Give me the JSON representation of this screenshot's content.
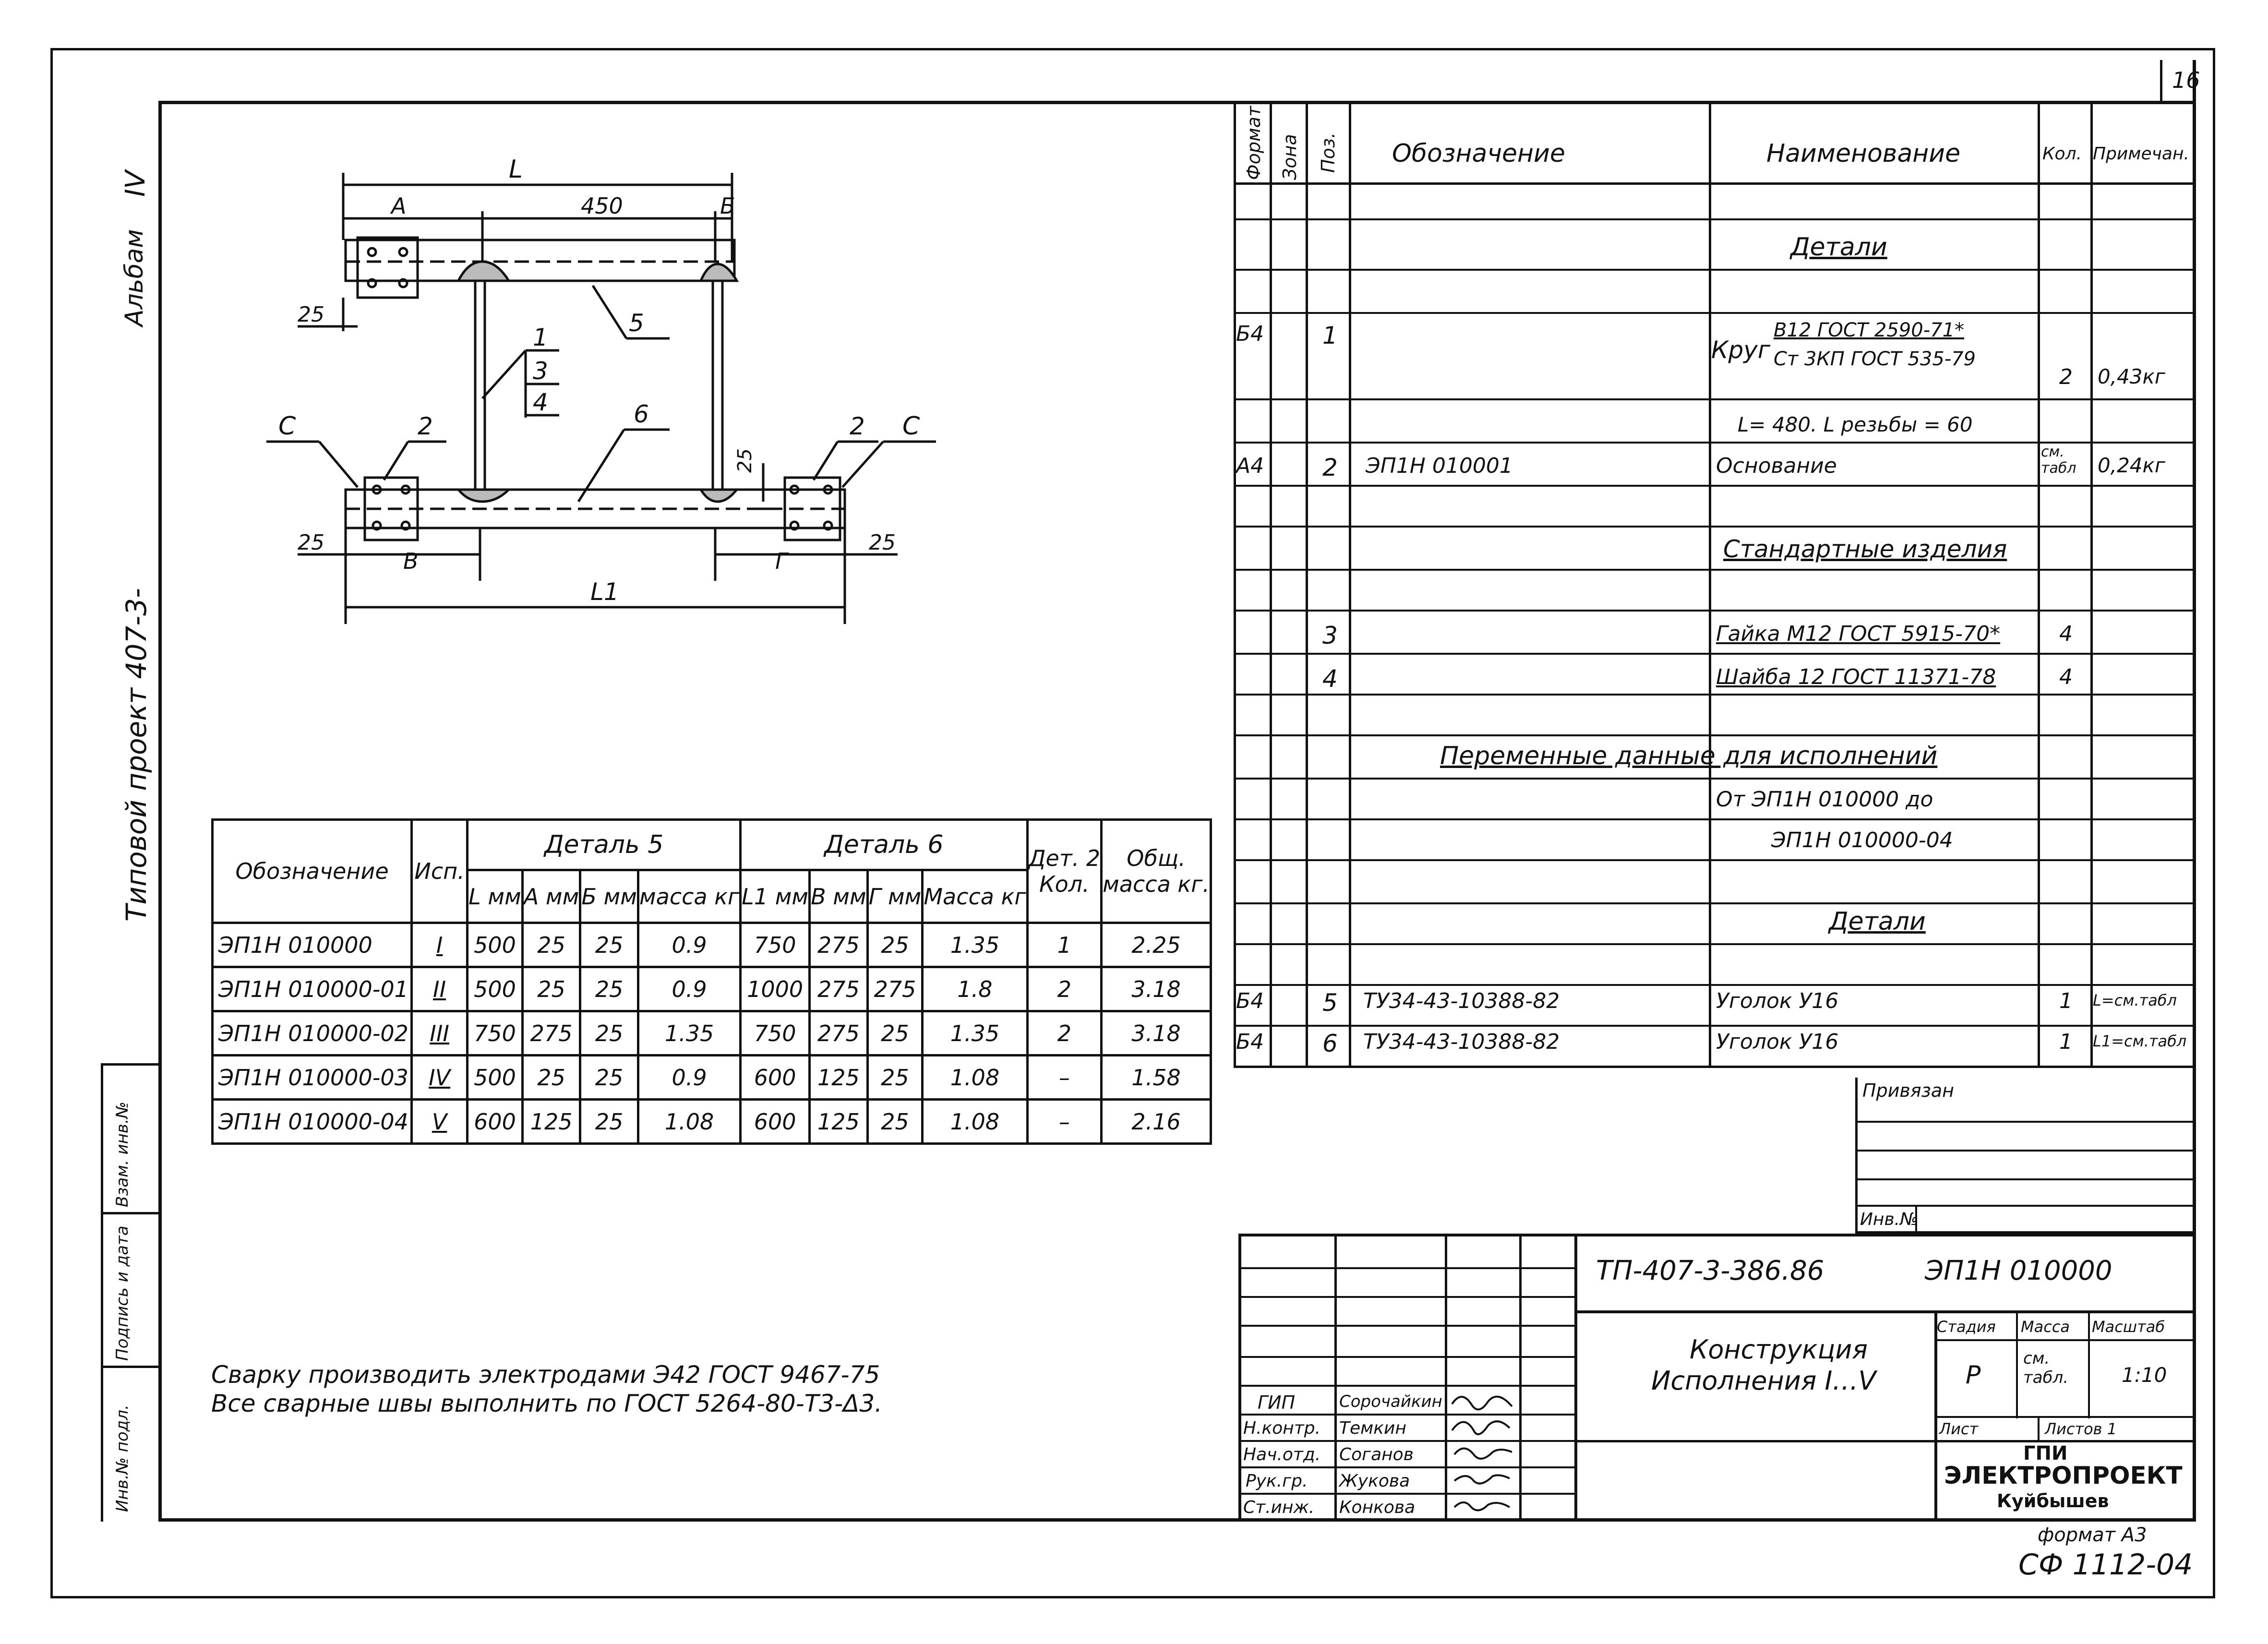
{
  "sheet": {
    "number": "16",
    "format": "формат А3",
    "code": "СФ 1112-04"
  },
  "left_margin": {
    "album": "Альбам",
    "album_num": "IV",
    "project": "Типовой проект  407-3-",
    "stamps": [
      "Инв.№ подл.",
      "Подпись и дата",
      "Взам. инв.№"
    ]
  },
  "drawing": {
    "dim_L": "L",
    "dim_A": "А",
    "dim_450": "450",
    "dim_B": "Б",
    "dim_25a": "25",
    "dim_25b": "25",
    "dim_25c": "25",
    "dim_25d": "25",
    "dim_V": "В",
    "dim_G": "Г",
    "dim_L1": "L1",
    "dim_25v": "25",
    "pos_5": "5",
    "pos_1": "1",
    "pos_3": "3",
    "pos_4": "4",
    "pos_6": "6",
    "pos_2a": "2",
    "pos_2b": "2",
    "lbl_Ca": "С",
    "lbl_Cb": "С"
  },
  "variants_table": {
    "h_designation": "Обозначение",
    "h_isp": "Исп.",
    "h_detail5": "Деталь 5",
    "h_detail6": "Деталь 6",
    "h_det2": "Дет. 2",
    "h_det2_qty": "Кол.",
    "h_total": "Общ.",
    "h_total_mass": "масса кг.",
    "sub": [
      "L мм",
      "А мм",
      "Б мм",
      "масса кг",
      "L1 мм",
      "В мм",
      "Г мм",
      "Масса кг"
    ],
    "rows": [
      {
        "des": "ЭП1Н 010000",
        "isp": "I",
        "L": "500",
        "A": "25",
        "B": "25",
        "m5": "0.9",
        "L1": "750",
        "V": "275",
        "G": "25",
        "m6": "1.35",
        "qty": "1",
        "total": "2.25"
      },
      {
        "des": "ЭП1Н 010000-01",
        "isp": "II",
        "L": "500",
        "A": "25",
        "B": "25",
        "m5": "0.9",
        "L1": "1000",
        "V": "275",
        "G": "275",
        "m6": "1.8",
        "qty": "2",
        "total": "3.18"
      },
      {
        "des": "ЭП1Н 010000-02",
        "isp": "III",
        "L": "750",
        "A": "275",
        "B": "25",
        "m5": "1.35",
        "L1": "750",
        "V": "275",
        "G": "25",
        "m6": "1.35",
        "qty": "2",
        "total": "3.18"
      },
      {
        "des": "ЭП1Н 010000-03",
        "isp": "IV",
        "L": "500",
        "A": "25",
        "B": "25",
        "m5": "0.9",
        "L1": "600",
        "V": "125",
        "G": "25",
        "m6": "1.08",
        "qty": "–",
        "total": "1.58"
      },
      {
        "des": "ЭП1Н 010000-04",
        "isp": "V",
        "L": "600",
        "A": "125",
        "B": "25",
        "m5": "1.08",
        "L1": "600",
        "V": "125",
        "G": "25",
        "m6": "1.08",
        "qty": "–",
        "total": "2.16"
      }
    ]
  },
  "notes": [
    "Сварку производить электродами Э42 ГОСТ 9467-75",
    "Все сварные швы выполнить по ГОСТ 5264-80-Т3-Δ3."
  ],
  "spec": {
    "h_format": "Формат",
    "h_zone": "Зона",
    "h_pos": "Поз.",
    "h_designation": "Обозначение",
    "h_name": "Наименование",
    "h_qty": "Кол.",
    "h_note": "Примечан.",
    "sec_details": "Детали",
    "row1_format": "Б4",
    "row1_pos": "1",
    "row1_name_a": "Круг",
    "row1_name_b": "В12 ГОСТ 2590-71*",
    "row1_name_c": "Ст 3КП ГОСТ 535-79",
    "row1_qty": "2",
    "row1_note": "0,43кг",
    "row1_extra": "L= 480. L резьбы = 60",
    "row2_format": "А4",
    "row2_pos": "2",
    "row2_des": "ЭП1Н 010001",
    "row2_name": "Основание",
    "row2_qty": "см. табл",
    "row2_note": "0,24кг",
    "sec_std": "Стандартные изделия",
    "row3_pos": "3",
    "row3_name": "Гайка М12 ГОСТ 5915-70*",
    "row3_qty": "4",
    "row4_pos": "4",
    "row4_name": "Шайба 12 ГОСТ 11371-78",
    "row4_qty": "4",
    "sec_var": "Переменные данные для исполнений",
    "var_from": "От ЭП1Н 010000 до",
    "var_to": "ЭП1Н 010000-04",
    "sec_details2": "Детали",
    "row5_format": "Б4",
    "row5_pos": "5",
    "row5_des": "ТУ34-43-10388-82",
    "row5_name": "Уголок У16",
    "row5_qty": "1",
    "row5_note": "L=см.табл",
    "row6_format": "Б4",
    "row6_pos": "6",
    "row6_des": "ТУ34-43-10388-82",
    "row6_name": "Уголок У16",
    "row6_qty": "1",
    "row6_note": "L1=см.табл"
  },
  "binding": {
    "title": "Привязан",
    "inv": "Инв.№"
  },
  "title_block": {
    "doc_project": "ТП-407-3-386.86",
    "doc_code": "ЭП1Н 010000",
    "name_1": "Конструкция",
    "name_2": "Исполнения I…V",
    "h_stage": "Стадия",
    "h_mass": "Масса",
    "h_scale": "Масштаб",
    "stage": "Р",
    "mass": "см. табл.",
    "scale": "1:10",
    "sheet": "Лист",
    "sheets": "Листов 1",
    "org_1": "ГПИ",
    "org_2": "ЭЛЕКТРОПРОЕКТ",
    "org_3": "Куйбышев",
    "roles": [
      "ГИП",
      "Н.контр.",
      "Нач.отд.",
      "Рук.гр.",
      "Ст.инж."
    ],
    "names": [
      "Сорочайкин",
      "Темкин",
      "Соганов",
      "Жукова",
      "Конкова"
    ]
  }
}
